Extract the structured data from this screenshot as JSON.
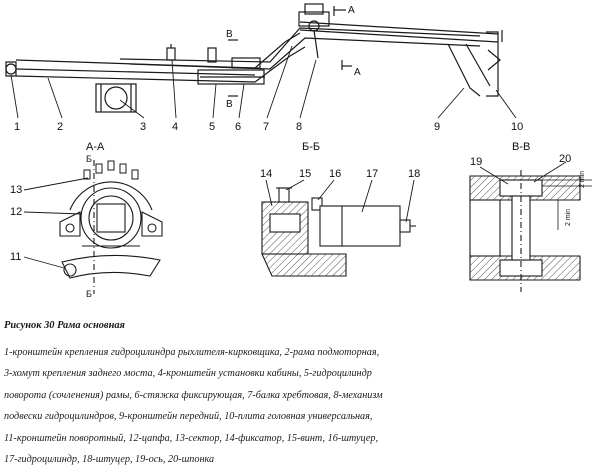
{
  "figure": {
    "callouts": [
      "1",
      "2",
      "3",
      "4",
      "5",
      "6",
      "7",
      "8",
      "9",
      "10",
      "11",
      "12",
      "13",
      "14",
      "15",
      "16",
      "17",
      "18",
      "19",
      "20"
    ],
    "section_titles": {
      "aa": "А-А",
      "bb": "Б-Б",
      "vv": "В-В"
    },
    "section_marks": {
      "a": "А",
      "b": "Б",
      "v": "В"
    },
    "dims": {
      "top": "2 min",
      "side": "2 min"
    }
  },
  "caption": {
    "title": "Рисунок 30 Рама основная",
    "lines": [
      "1-кронштейн крепления гидроцилиндра рыхлителя-кирковщика, 2-рама подмоторная,",
      "3-хомут крепления заднего моста, 4-кронштейн установки кабины, 5-гидроцилиндр",
      "поворота (сочленения) рамы, 6-стяжка фиксирующая, 7-балка хребтовая, 8-механизм",
      "подвески гидроцилиндров, 9-кронштейн передний, 10-плита головная универсальная,",
      "11-кронштейн поворотный, 12-цапфа, 13-сектор, 14-фиксатор, 15-винт, 16-штуцер,",
      "17-гидроцилиндр, 18-штуцер, 19-ось, 20-шпонка"
    ]
  },
  "colors": {
    "ink": "#1a1a1a",
    "paper": "#ffffff",
    "hatch": "#555555"
  }
}
